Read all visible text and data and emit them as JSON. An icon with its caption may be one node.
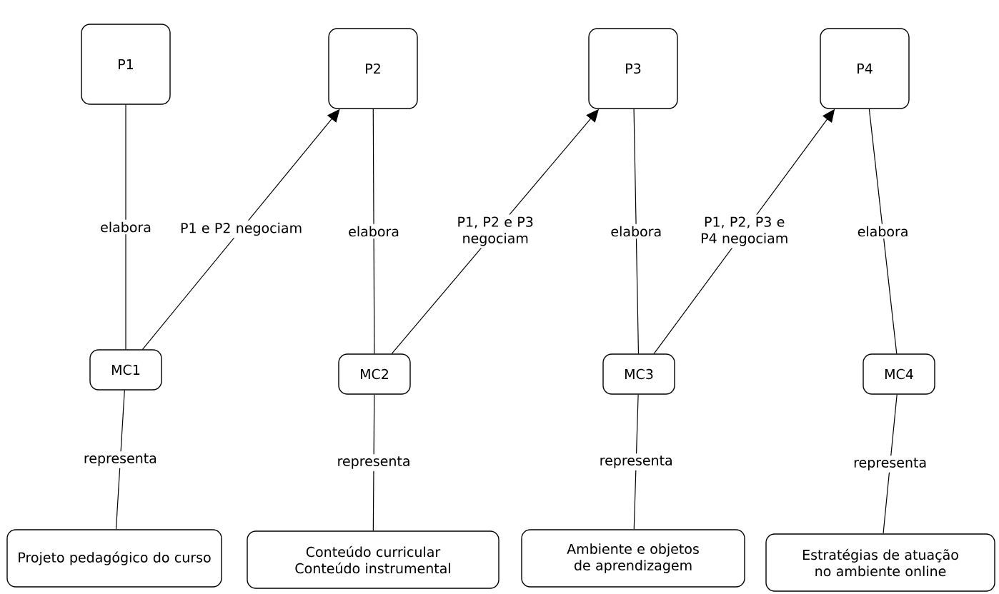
{
  "diagram": {
    "nodes": [
      {
        "text": [
          "P1"
        ]
      },
      {
        "text": [
          "P2"
        ]
      },
      {
        "text": [
          "P3"
        ]
      },
      {
        "text": [
          "P4"
        ]
      },
      {
        "text": [
          "MC1"
        ]
      },
      {
        "text": [
          "MC2"
        ]
      },
      {
        "text": [
          "MC3"
        ]
      },
      {
        "text": [
          "MC4"
        ]
      },
      {
        "text": [
          "Projeto pedagógico do curso"
        ]
      },
      {
        "text": [
          "Conteúdo curricular Conteúdo instrumental"
        ]
      },
      {
        "text": [
          "Ambiente e objetos de aprendizagem"
        ]
      },
      {
        "text": [
          "Estratégias de atuação no ambiente online"
        ]
      }
    ],
    "edges": [
      {
        "from": 0,
        "to": 4,
        "arrow": "none",
        "label": "elabora"
      },
      {
        "from": 4,
        "to": 1,
        "arrow": "to",
        "label": "P1 e P2 negociam"
      },
      {
        "from": 1,
        "to": 5,
        "arrow": "none",
        "label": "elabora"
      },
      {
        "from": 5,
        "to": 2,
        "arrow": "to",
        "label": "P1, P2 e P3 negociam"
      },
      {
        "from": 2,
        "to": 6,
        "arrow": "none",
        "label": "elabora"
      },
      {
        "from": 6,
        "to": 3,
        "arrow": "to",
        "label": "P1, P2, P3 e P4 negociam"
      },
      {
        "from": 3,
        "to": 7,
        "arrow": "none",
        "label": "elabora"
      },
      {
        "from": 4,
        "to": 8,
        "arrow": "none",
        "label": "representa"
      },
      {
        "from": 5,
        "to": 9,
        "arrow": "none",
        "label": "representa"
      },
      {
        "from": 6,
        "to": 10,
        "arrow": "none",
        "label": "representa"
      },
      {
        "from": 7,
        "to": 11,
        "arrow": "none",
        "label": "representa"
      }
    ]
  }
}
